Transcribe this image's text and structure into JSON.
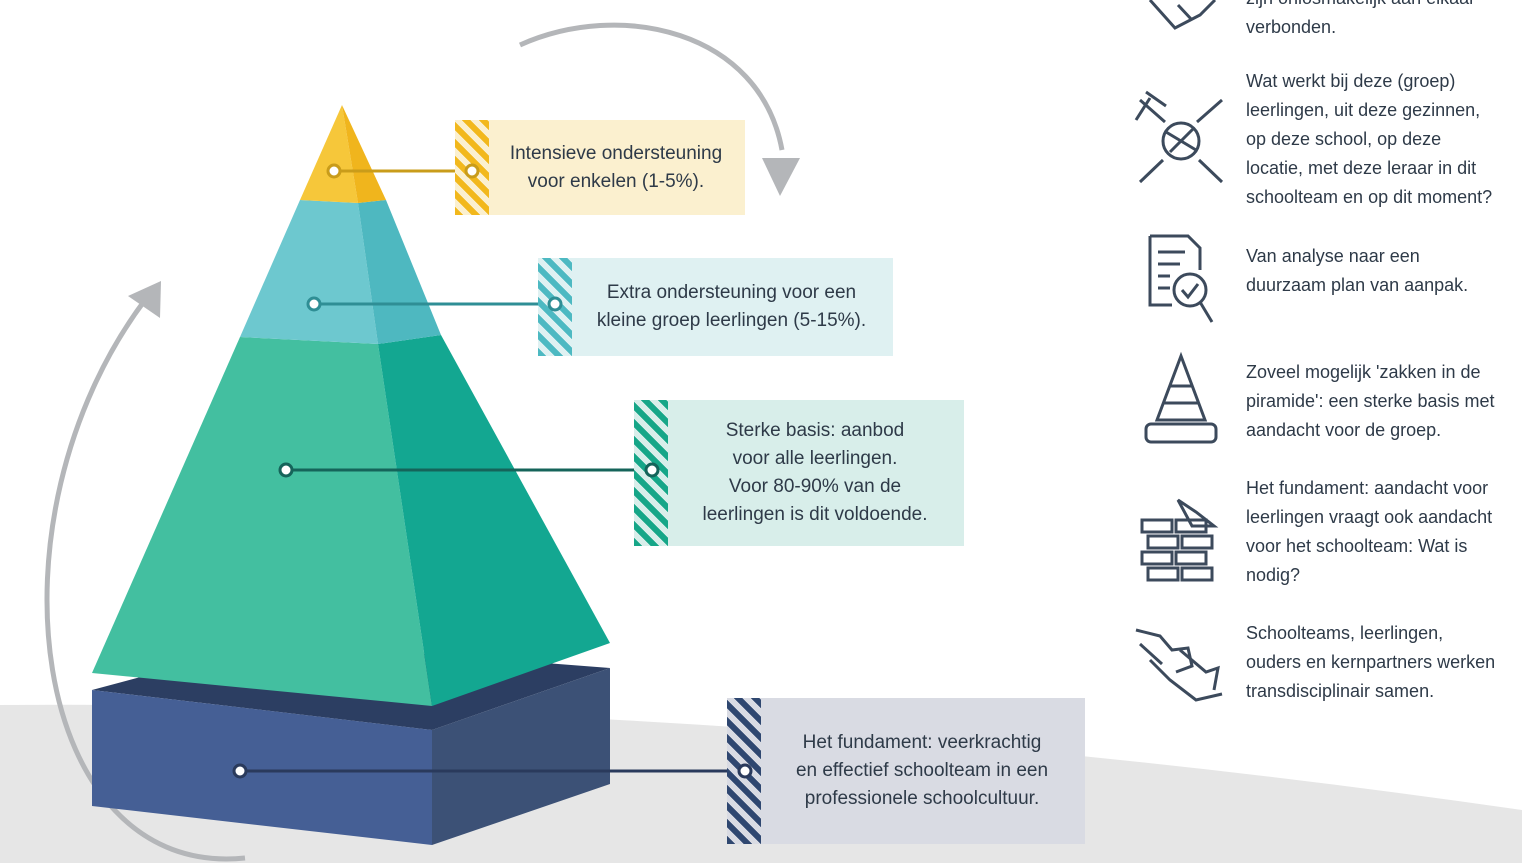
{
  "pyramid": {
    "levels": [
      {
        "id": "top",
        "text": "Intensieve ondersteuning\nvoor enkelen (1-5%).",
        "color": "#f6c232",
        "callout_bg": "#fbf0cf"
      },
      {
        "id": "middle",
        "text": "Extra ondersteuning voor een\nkleine groep leerlingen (5-15%).",
        "color": "#5bc1c8",
        "callout_bg": "#dff1f2"
      },
      {
        "id": "base",
        "text": "Sterke basis: aanbod\nvoor alle leerlingen.\nVoor 80-90% van de\nleerlingen is dit voldoende.",
        "color": "#1fb195",
        "callout_bg": "#d8eeea"
      },
      {
        "id": "foundation",
        "text": "Het fundament: veerkrachtig\nen effectief schoolteam in een\nprofessionele schoolcultuur.",
        "color": "#3e5a8c",
        "callout_bg": "#d9dbe3"
      }
    ]
  },
  "side_items": [
    {
      "icon": "handshake-icon",
      "text": "zijn onlosmakelijk aan elkaar\nverbonden."
    },
    {
      "icon": "team-hands-icon",
      "text": "Wat werkt bij deze (groep)\nleerlingen, uit deze gezinnen,\nop deze school, op deze\nlocatie, met deze leraar in dit\nschoolteam en op dit moment?"
    },
    {
      "icon": "document-magnifier-icon",
      "text": "Van analyse naar een\nduurzaam plan van aanpak."
    },
    {
      "icon": "pyramid-icon",
      "text": "Zoveel mogelijk 'zakken in de\npiramide': een sterke basis met\naandacht voor de groep."
    },
    {
      "icon": "brick-wall-icon",
      "text": "Het fundament: aandacht voor\nleerlingen vraagt ook aandacht\nvoor het schoolteam: Wat is\nnodig?"
    },
    {
      "icon": "puzzle-hands-icon",
      "text": "Schoolteams, leerlingen,\nouders en kernpartners werken\ntransdisciplinair samen."
    }
  ],
  "colors": {
    "text": "#2e3a48",
    "icon": "#3c4a5c",
    "arrow": "#b4b6b9",
    "ground": "#e6e6e6"
  }
}
